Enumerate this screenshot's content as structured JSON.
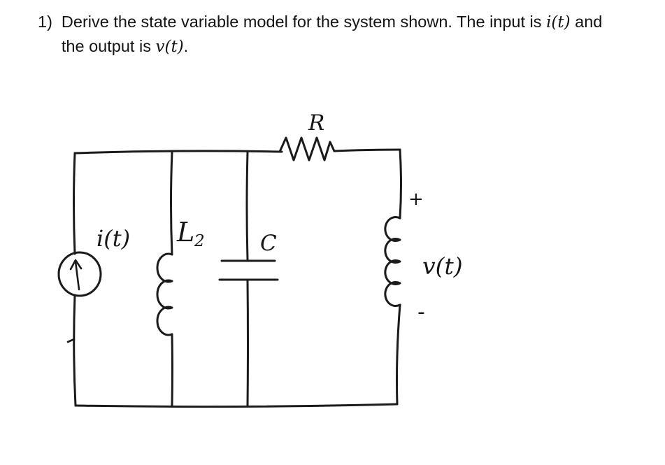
{
  "problem": {
    "number": "1)",
    "line1_text": "Derive the state variable model for the system shown. The input is ",
    "line1_math": "i(t)",
    "line1_end": " and",
    "line2_text": "the output is ",
    "line2_math": "v(t)",
    "line2_end": "."
  },
  "circuit": {
    "ink_color": "#1b1b1b",
    "labels": {
      "source": "i(t)",
      "inductor_symbol": "L",
      "inductor_subscript": "2",
      "capacitor": "C",
      "resistor": "R",
      "output": "v(t)",
      "polarity_plus": "+",
      "polarity_minus": "-"
    }
  }
}
